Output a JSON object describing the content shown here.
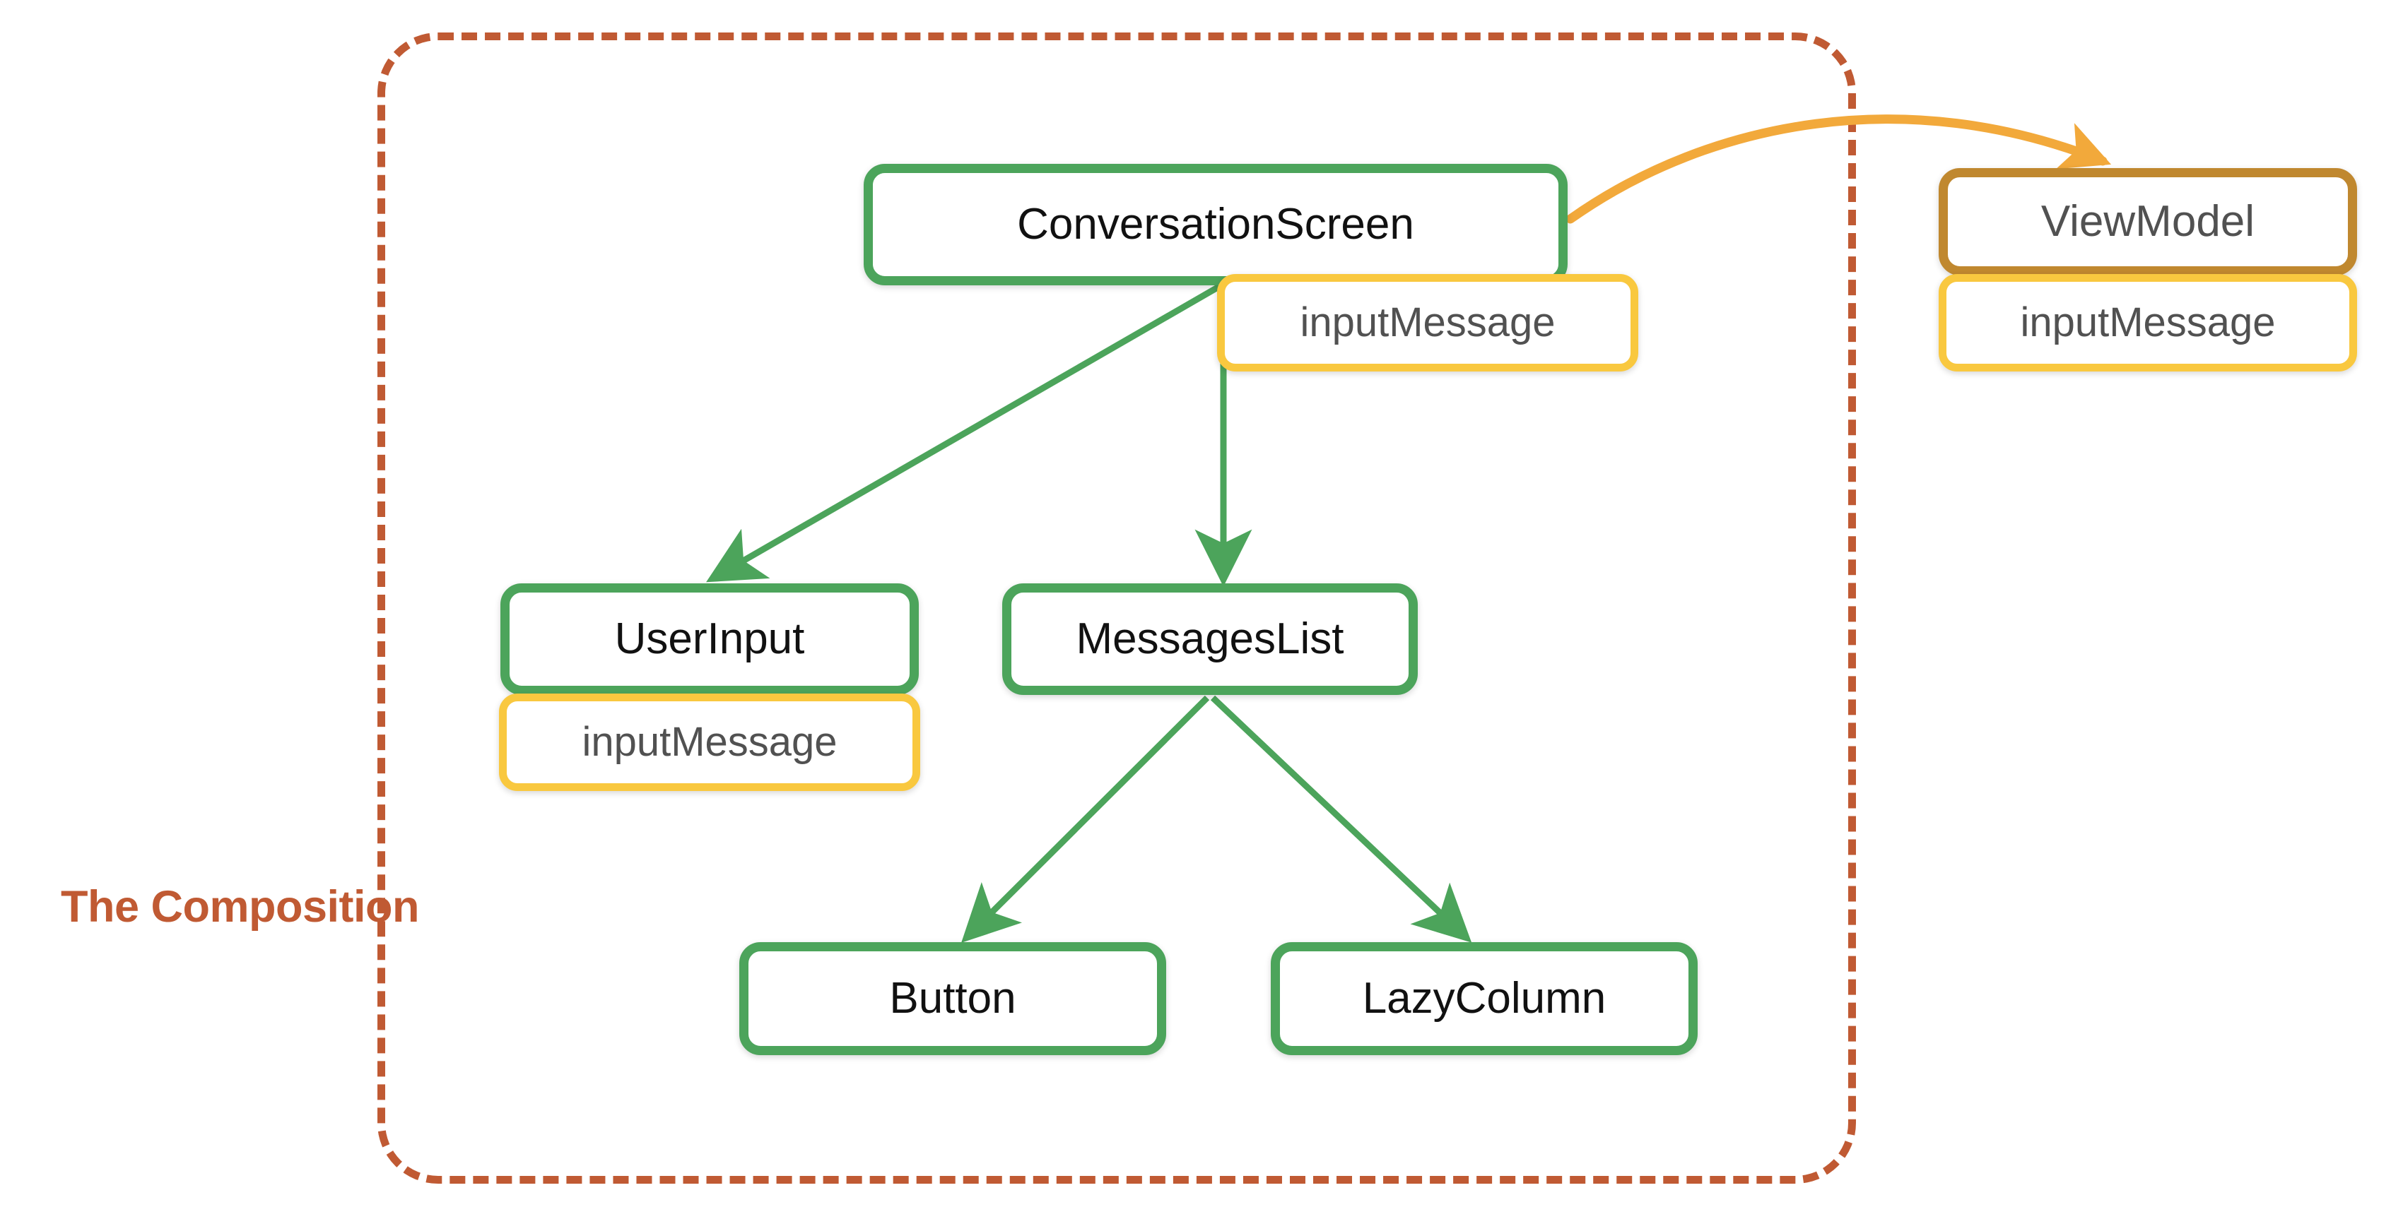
{
  "diagram": {
    "title": "The Composition",
    "boundary_label": "The Composition",
    "colors": {
      "composable_border": "#4CA45B",
      "state_border": "#F9C83F",
      "viewmodel_border": "#C0882F",
      "composition_boundary": "#C05A33",
      "arrow_green": "#4CA45B",
      "arrow_orange": "#F2A93B",
      "node_text": "#111111",
      "state_text": "#515151",
      "background": "#FFFFFF"
    },
    "nodes": [
      {
        "id": "conversation-screen",
        "label": "ConversationScreen",
        "type": "composable"
      },
      {
        "id": "user-input",
        "label": "UserInput",
        "type": "composable"
      },
      {
        "id": "messages-list",
        "label": "MessagesList",
        "type": "composable"
      },
      {
        "id": "button",
        "label": "Button",
        "type": "composable"
      },
      {
        "id": "lazy-column",
        "label": "LazyColumn",
        "type": "composable"
      },
      {
        "id": "view-model",
        "label": "ViewModel",
        "type": "viewmodel"
      }
    ],
    "states": [
      {
        "id": "state-conversation-screen",
        "label": "inputMessage",
        "owner": "conversation-screen"
      },
      {
        "id": "state-user-input",
        "label": "inputMessage",
        "owner": "user-input"
      },
      {
        "id": "state-view-model",
        "label": "inputMessage",
        "owner": "view-model"
      }
    ],
    "edges": [
      {
        "from": "conversation-screen",
        "to": "user-input",
        "style": "solid",
        "color": "green"
      },
      {
        "from": "conversation-screen",
        "to": "messages-list",
        "style": "solid",
        "color": "green"
      },
      {
        "from": "messages-list",
        "to": "button",
        "style": "solid",
        "color": "green"
      },
      {
        "from": "messages-list",
        "to": "lazy-column",
        "style": "solid",
        "color": "green"
      },
      {
        "from": "conversation-screen",
        "to": "view-model",
        "style": "curved",
        "color": "orange"
      }
    ]
  }
}
